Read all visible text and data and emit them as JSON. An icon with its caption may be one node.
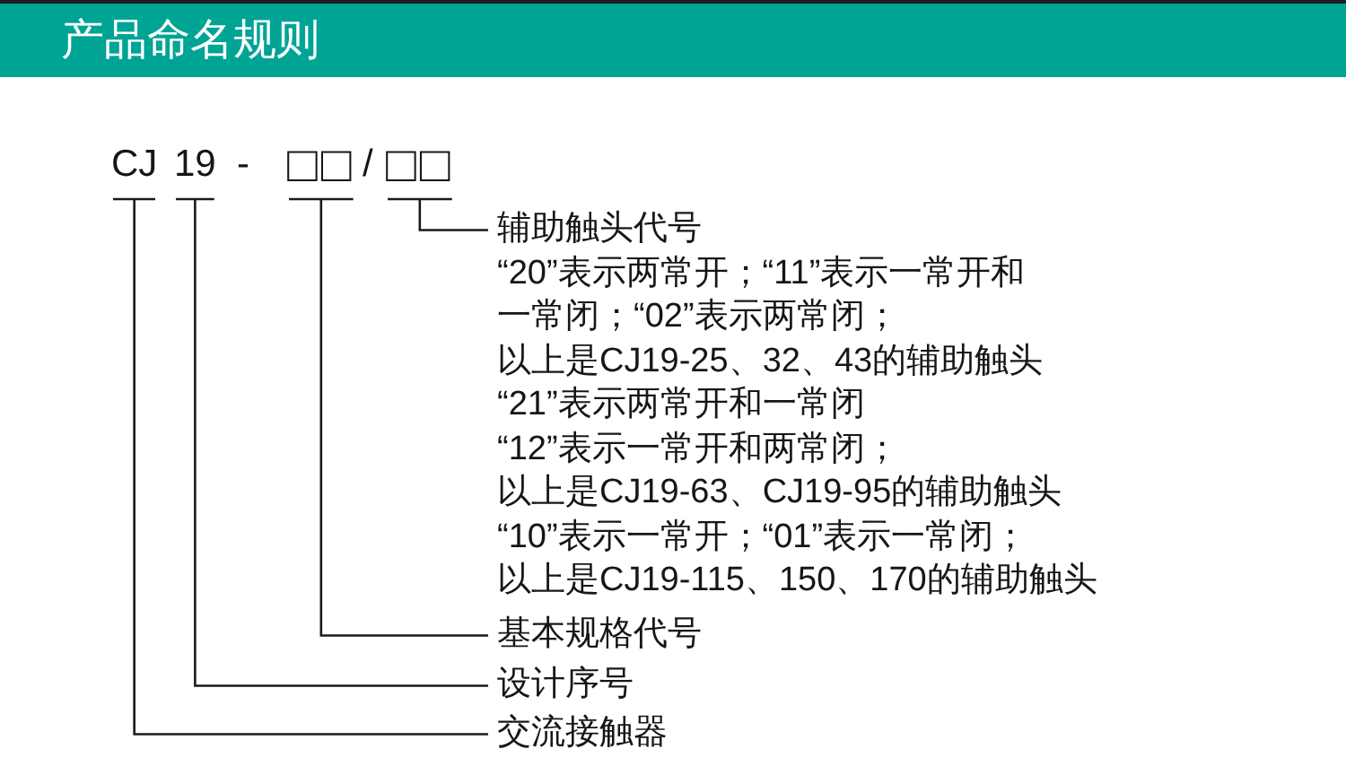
{
  "diagram": {
    "title": "产品命名规则",
    "nodes": [
      {
        "text": [
          "CJ"
        ]
      },
      {
        "text": [
          "19"
        ]
      },
      {
        "text": [
          "□□"
        ]
      },
      {
        "text": [
          "□□"
        ]
      },
      {
        "text": [
          "辅助触头代号",
          "“20”表示两常开；“11”表示一常开和一常闭；“02”表示两常闭；",
          "以上是CJ19-25、32、43的辅助触头",
          "“21”表示两常开和一常闭",
          "“12”表示一常开和两常闭；",
          "以上是CJ19-63、CJ19-95的辅助触头",
          "“10”表示一常开；“01”表示一常闭；",
          "以上是CJ19-115、150、170的辅助触头"
        ]
      },
      {
        "text": [
          "基本规格代号"
        ]
      },
      {
        "text": [
          "设计序号"
        ]
      },
      {
        "text": [
          "交流接触器"
        ]
      }
    ],
    "edges": [
      {
        "from": 4,
        "to": 3,
        "arrow": "other"
      },
      {
        "from": 5,
        "to": 2,
        "arrow": "other"
      },
      {
        "from": 6,
        "to": 1,
        "arrow": "other"
      },
      {
        "from": 7,
        "to": 0,
        "arrow": "other"
      }
    ],
    "labels": [
      "-",
      "/"
    ]
  }
}
